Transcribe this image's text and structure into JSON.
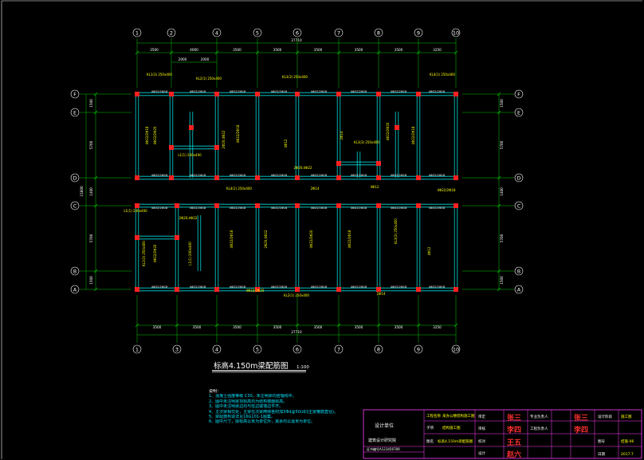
{
  "drawing": {
    "title": "标高4.150m梁配筋图",
    "scale": "1:100"
  },
  "axes": {
    "numbers": [
      "1",
      "2",
      "4",
      "5",
      "6",
      "7",
      "8",
      "9",
      "10"
    ],
    "numbers_bottom": [
      "1",
      "3",
      "4",
      "5",
      "6",
      "7",
      "8",
      "9",
      "10"
    ],
    "letters": [
      "F",
      "E",
      "D",
      "C",
      "B",
      "A"
    ]
  },
  "dimensions": {
    "overall_top": "27710",
    "overall_bottom": "27710",
    "top_spans": [
      "3500",
      "4000",
      "3500",
      "3500",
      "3500",
      "3500",
      "3500",
      "3250"
    ],
    "bottom_spans": [
      "3500",
      "3500",
      "3500",
      "3500",
      "3500",
      "3500",
      "3500",
      "3250"
    ],
    "sub_spans": [
      "2000",
      "2000"
    ],
    "left_rows": [
      "1500",
      "5700",
      "1400",
      "5700",
      "1500"
    ],
    "left_overall": "15800",
    "right_rows": [
      "1500",
      "5700",
      "1400",
      "5700",
      "1500"
    ]
  },
  "beam_labels": [
    "KL1(3) 250x400",
    "KL2(1) 250x400",
    "KL3(3) 250x400",
    "KL4(1) 250x400",
    "4Φ22/2Φ18",
    "4Φ22/2Φ20",
    "2Φ20;4Φ22",
    "L1(1) 200x400",
    "4Φ12",
    "2Φ14"
  ],
  "notes": {
    "heading": "说明：",
    "lines": [
      "1、混凝土强度等级 C30，未注明梁均居轴线中。",
      "2、图中未注明梁顶标高均为结构楼面标高。",
      "3、图中未注明梁边均与柱边或墙边平齐。",
      "4、主次梁相交处，主梁在次梁两侧各附加3Φd@50(d同主梁箍筋直径)。",
      "5、梁配筋构造详见16G101-1图集。",
      "6、图中尺寸，除标高以米为单位外，其余均以毫米为单位。"
    ]
  },
  "title_block": {
    "company": "设计单位",
    "company_sub": "建筑设计研究院",
    "project_label": "工程名称",
    "project_value": "某办公楼结构施工图",
    "item_label": "子项",
    "item_value": "结构施工图",
    "drawing_label": "图名",
    "drawing_value": "标高4.150m梁配筋图",
    "roles": [
      "审定",
      "审核",
      "校对",
      "设计",
      "专业负责人",
      "工程负责人"
    ],
    "signatures": [
      "张三",
      "李四",
      "王五",
      "赵六"
    ],
    "stage_label": "设计阶段",
    "stage_value": "施工图",
    "sheet_label": "图号",
    "sheet_value": "结施-06",
    "date_label": "日期",
    "date_value": "2017.7",
    "cert": "证书编号A123456789"
  },
  "colors": {
    "axis_grid": "#00c800",
    "column": "#ff2020",
    "beam": "#00d8d8",
    "label": "#ffff00",
    "text_white": "#ffffff",
    "dimension": "#00c800",
    "notes": "#00e5ff",
    "border": "#ff40ff"
  }
}
